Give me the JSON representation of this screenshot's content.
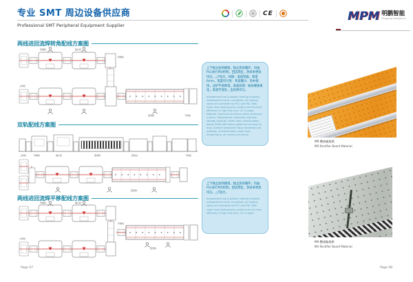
{
  "header": {
    "title_zh": "专业 SMT 周边设备供应商",
    "subtitle_en": "Professional SMT Peripheral Equipment Supplier",
    "ce_text": "CE",
    "logo_text": "MPM",
    "logo_zh": "明鹏智能",
    "logo_sub": "Mingpeng Intelligence"
  },
  "sections": [
    {
      "title": "两线进回流焊转角配线方案图"
    },
    {
      "title": "双轨配线方案图"
    },
    {
      "title": "两线进回流焊平移配线方案图"
    }
  ],
  "diagram_labels": {
    "loader": "上料机",
    "printer": "印刷机",
    "mounter": "贴片机",
    "conveyor": "接驳台",
    "corner": "转角机",
    "shuttle": "平移机",
    "oven": "回流焊",
    "unloader": "下料机"
  },
  "info_boxes": [
    {
      "zh": "上下独立加热模组，独立热风循环，均由PLC执行PID控制，回流焊区，热效率更高均匀，△T较大。材质：美国铝板，厚度6mm。温度均匀性：热容量大、热补偿快，过炉不易降温。表面处理：纳米硬质氧化，高温不变形，出风更均匀。",
      "en": "Independent top & bottom heating modules, independent hot air circulation, all heating zones are controlled by PLC and PID. With super long heating area, makes sure the heat efficiency is high and even, ΔT is larger. Material: American aluminum plate, thickness is 6mm. Temperature uniformity: big heat storage capacity, faster heat compensation, dense PCBA with heavy pallet are not easy to drop. Surface treatment: Nano hardened and oxidized, no deformation under high temperature, air comes out evenly."
    },
    {
      "zh": "上下独立加热模组，独立热风循环，均由PLC执行PID控制，回流焊区，热效率更高均匀，△T较大。",
      "en": "Independent top & bottom heating modules, independent hot air circulation, all heating zones are controlled by PLC and PID. With super long heating area, makes sure the heat efficiency is high and even, ΔT is larger."
    }
  ],
  "photos": [
    {
      "caption_zh": "MR 整流板材质",
      "caption_en": "MR Rectifier Board Material"
    },
    {
      "caption_zh": "MA 整流板材质",
      "caption_en": "MA Rectifier Board Material"
    }
  ],
  "footer": {
    "left": "Page 07",
    "right": "Page 08"
  },
  "colors": {
    "title_blue": "#1464ac",
    "section_teal": "#1b86a3",
    "box_bg": "#cde8f4",
    "diagram_red": "#cc3333",
    "board_orange": "#f0a030",
    "plate_gray": "#c8ccc8"
  }
}
